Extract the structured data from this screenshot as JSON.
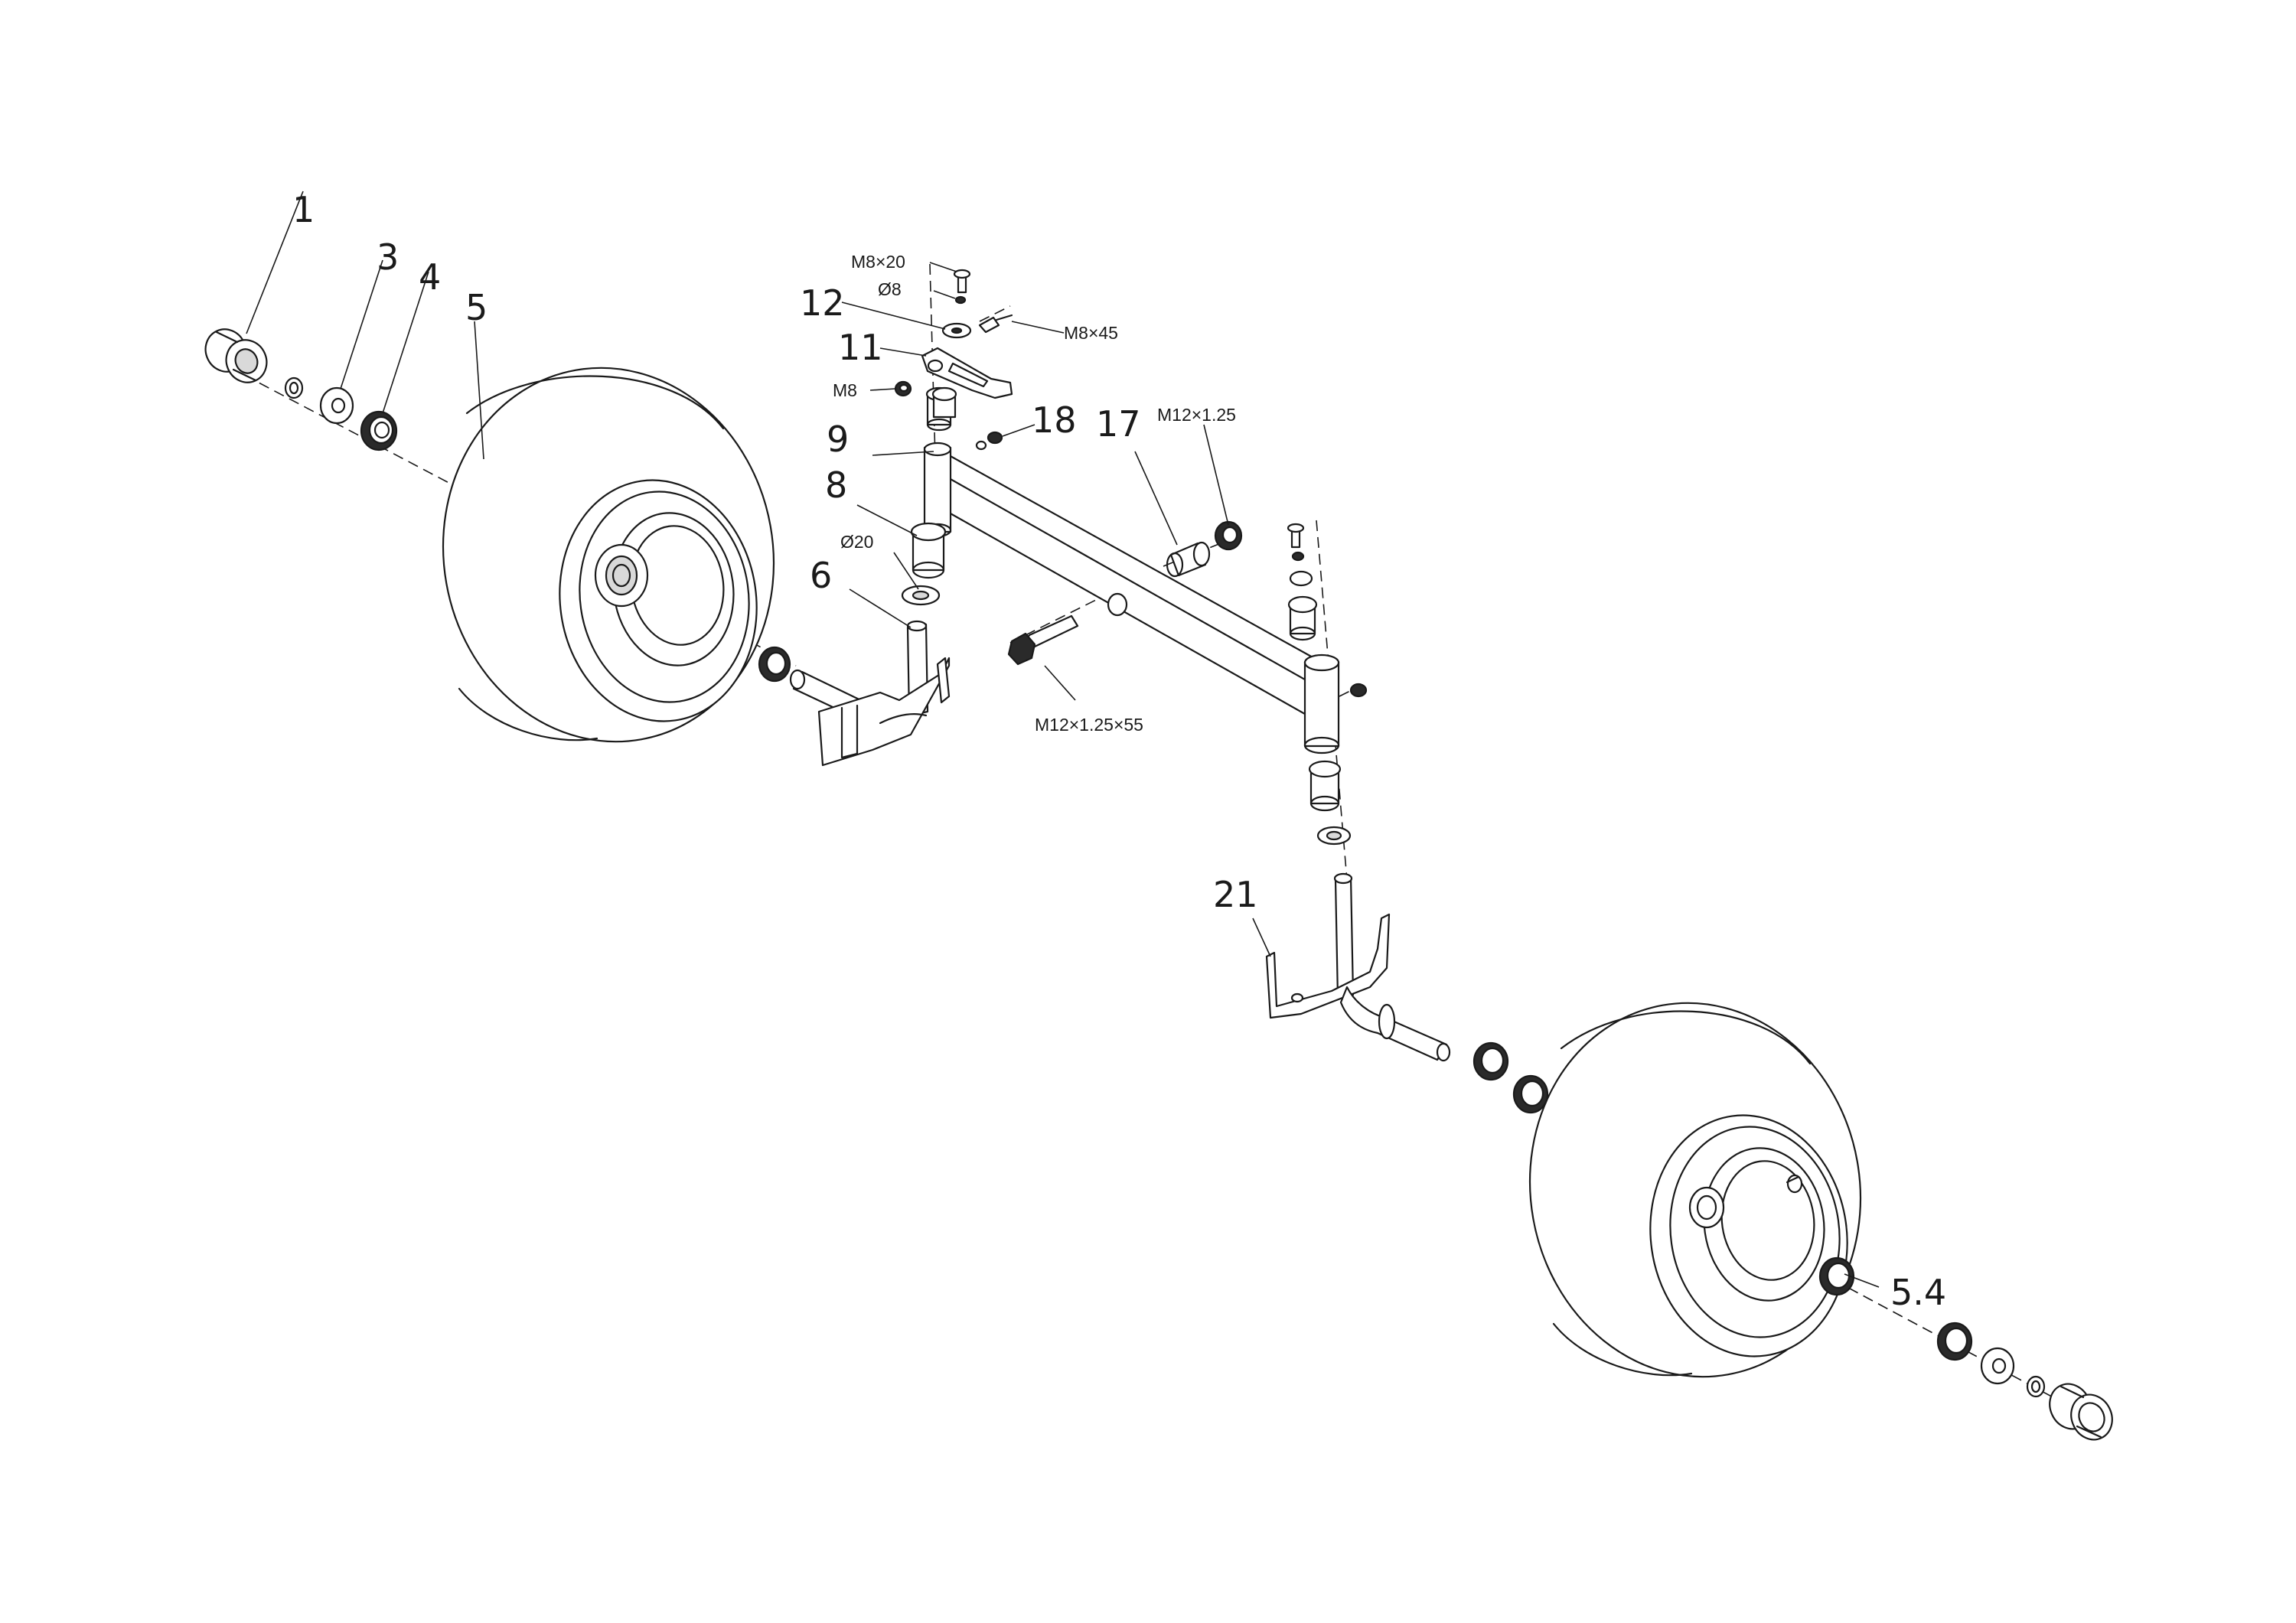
{
  "callouts": {
    "n1": "1",
    "n3": "3",
    "n4": "4",
    "n5": "5",
    "n6": "6",
    "n8": "8",
    "n9": "9",
    "n11": "11",
    "n12": "12",
    "n17": "17",
    "n18": "18",
    "n21": "21",
    "n54": "5.4"
  },
  "specs": {
    "m8x20": "M8×20",
    "d8": "Ø8",
    "m8x45": "M8×45",
    "m8": "M8",
    "d20": "Ø20",
    "m12x125": "M12×1.25",
    "m12x125x55": "M12×1.25×55"
  }
}
